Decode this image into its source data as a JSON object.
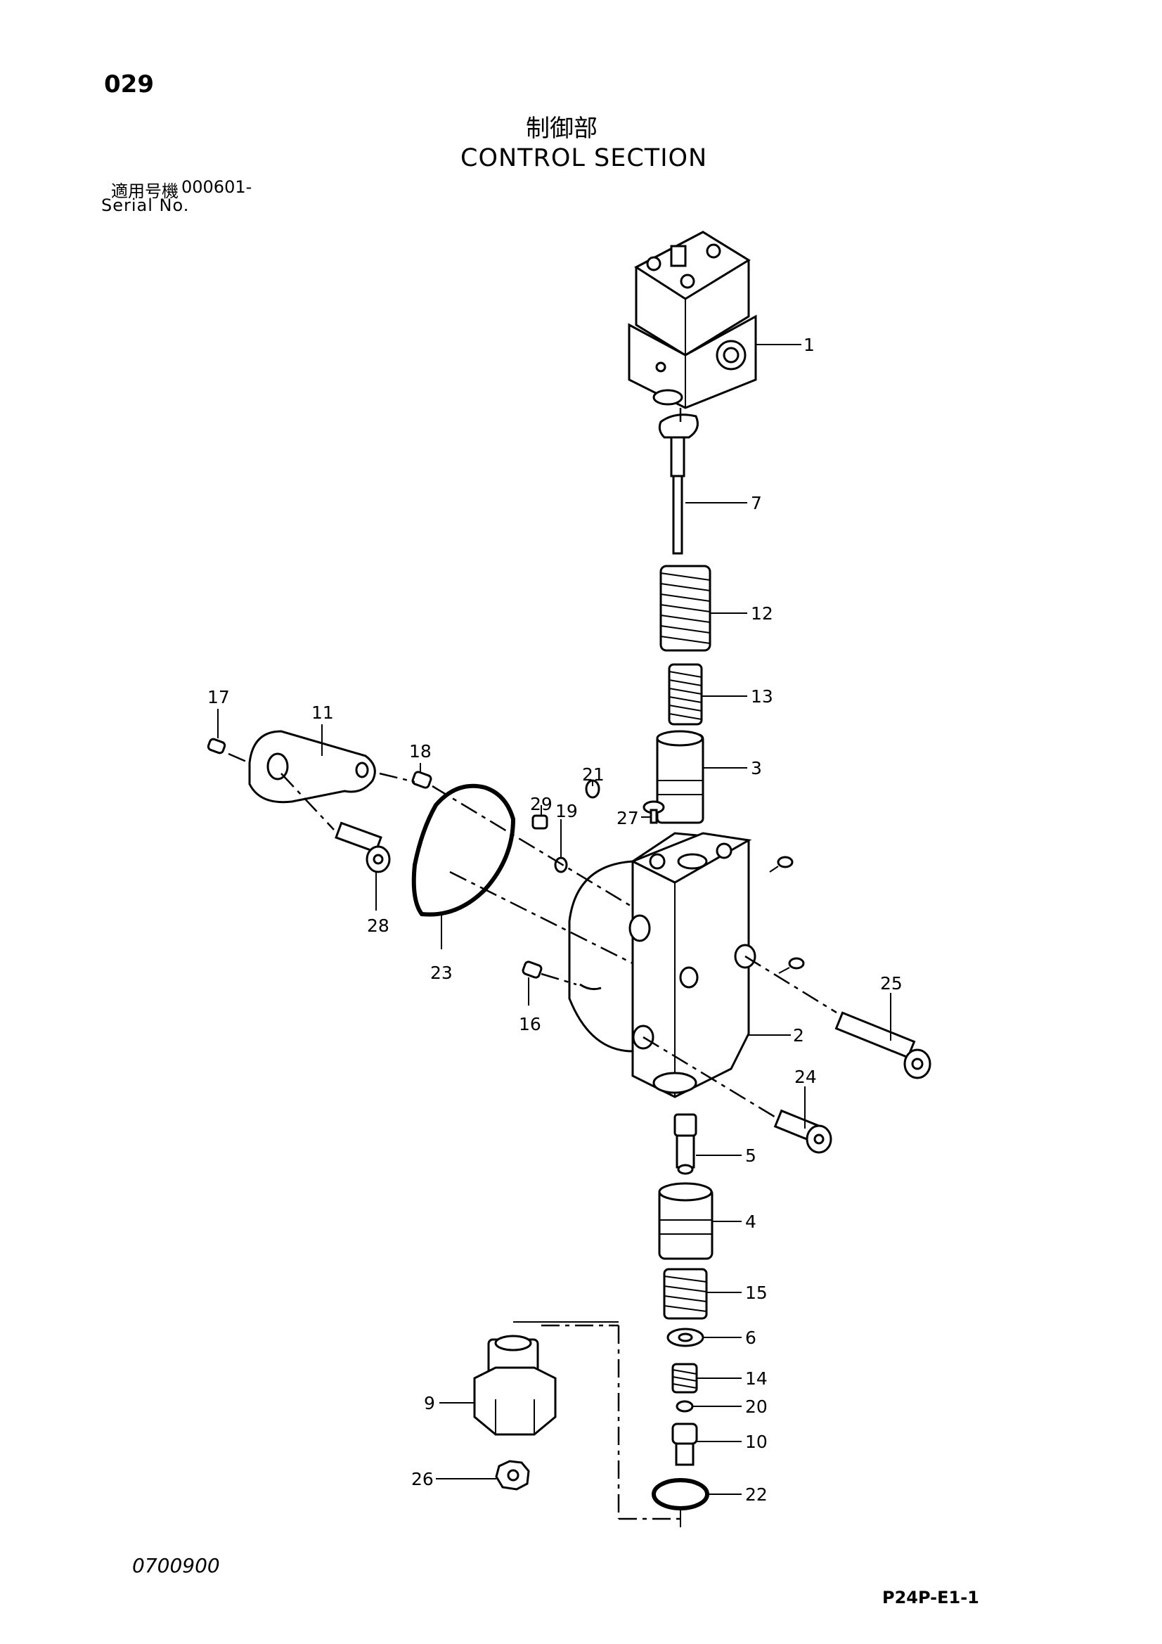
{
  "header": {
    "page_number": "029",
    "title_jp": "制御部",
    "title_en": "CONTROL SECTION",
    "serial_label_jp": "適用号機",
    "serial_value": "000601-",
    "serial_label_en": "Serial No."
  },
  "footer": {
    "doc_code": "0700900",
    "ref_code": "P24P-E1-1"
  },
  "callouts": {
    "n1": "1",
    "n2": "2",
    "n3": "3",
    "n4": "4",
    "n5": "5",
    "n6": "6",
    "n7": "7",
    "n9": "9",
    "n10": "10",
    "n11": "11",
    "n12": "12",
    "n13": "13",
    "n14": "14",
    "n15": "15",
    "n16": "16",
    "n17": "17",
    "n18": "18",
    "n19": "19",
    "n20": "20",
    "n21": "21",
    "n22": "22",
    "n23": "23",
    "n24": "24",
    "n25": "25",
    "n26": "26",
    "n27": "27",
    "n28": "28",
    "n29": "29"
  }
}
